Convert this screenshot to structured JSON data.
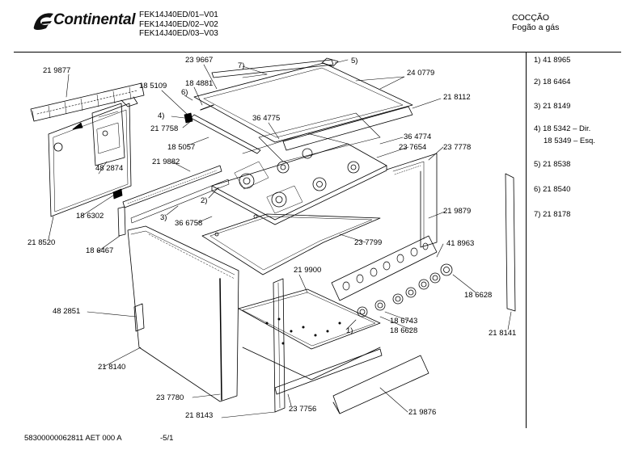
{
  "header": {
    "brand": "Continental",
    "models": [
      "FEK14J40ED/01–V01",
      "FEK14J40ED/02–V02",
      "FEK14J40ED/03–V03"
    ],
    "category": "COCÇÃO",
    "subcategory": "Fogão a gás"
  },
  "legend": [
    "1) 41 8965",
    "2) 18 6464",
    "3) 21 8149",
    "4) 18 5342 – Dir.",
    "18 5349 – Esq.",
    "5) 21 8538",
    "6) 21 8540",
    "7) 21 8178"
  ],
  "parts": {
    "p219877": "21 9877",
    "p239667": "23 9667",
    "r7": "7)",
    "r5": "5)",
    "p240779": "24 0779",
    "p185109": "18 5109",
    "p184881": "18 4881",
    "r6": "6)",
    "p218112": "21 8112",
    "r4": "4)",
    "p364775": "36 4775",
    "p217758": "21 7758",
    "p364774": "36 4774",
    "p185057": "18 5057",
    "p237654": "23 7654",
    "p237778": "23 7778",
    "p219882": "21 9882",
    "p482874": "48 2874",
    "r2": "2)",
    "p186302": "18 6302",
    "r3": "3)",
    "p366758": "36 6758",
    "p219879": "21 9879",
    "p218520": "21 8520",
    "p237799": "23 7799",
    "p418963": "41 8963",
    "p186467": "18 6467",
    "p219900": "21 9900",
    "p186628a": "18 6628",
    "p482851": "48 2851",
    "p186743": "18 6743",
    "r1": "1)",
    "p186628b": "18 6628",
    "p218141": "21 8141",
    "p218140": "21 8140",
    "p237780": "23 7780",
    "p218143": "21 8143",
    "p237756": "23 7756",
    "p219876": "21 9876"
  },
  "footer": {
    "doc_number": "58300000062811 AET 000 A",
    "page": "-5/1"
  }
}
